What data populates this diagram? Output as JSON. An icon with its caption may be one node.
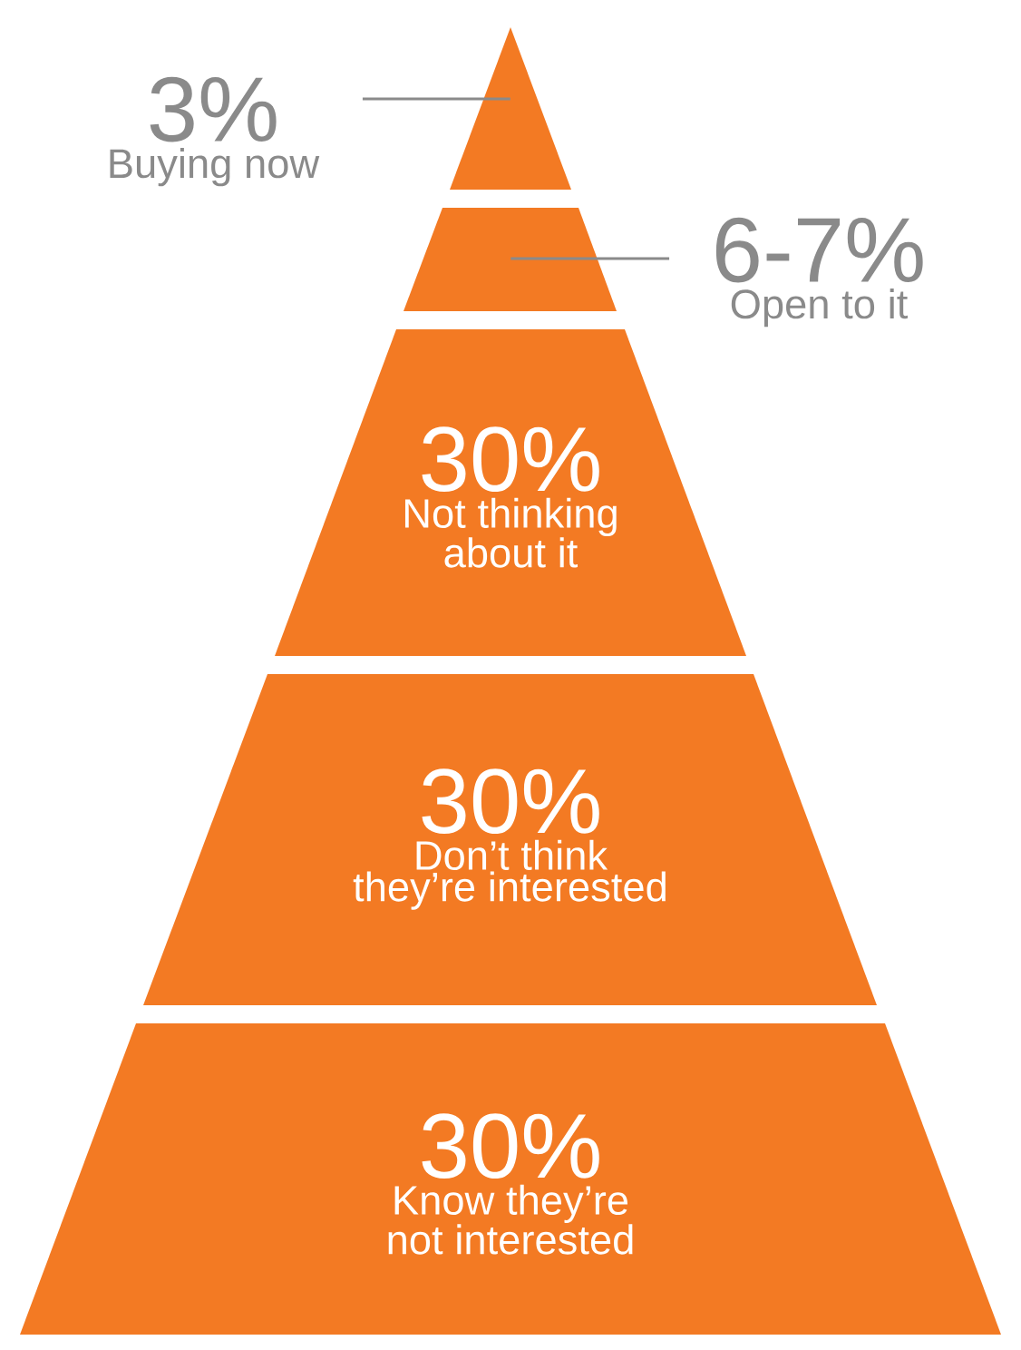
{
  "diagram": {
    "nodes": [
      {
        "text": [
          "3%",
          "Buying now"
        ]
      },
      {
        "text": [],
        "shape": "triangle"
      },
      {
        "text": [
          "6-7%",
          "Open to it"
        ]
      },
      {
        "text": [],
        "shape": "trapezoid"
      },
      {
        "text": [
          "30%",
          "Not thinking about it"
        ]
      },
      {
        "text": [
          "30%",
          "Don’t think they’re interested"
        ]
      },
      {
        "text": [
          "30%",
          "Know they’re not interested"
        ]
      }
    ],
    "edges": [
      {
        "from": 0,
        "to": 1,
        "arrow": "none"
      },
      {
        "from": 2,
        "to": 3,
        "arrow": "none"
      }
    ]
  }
}
